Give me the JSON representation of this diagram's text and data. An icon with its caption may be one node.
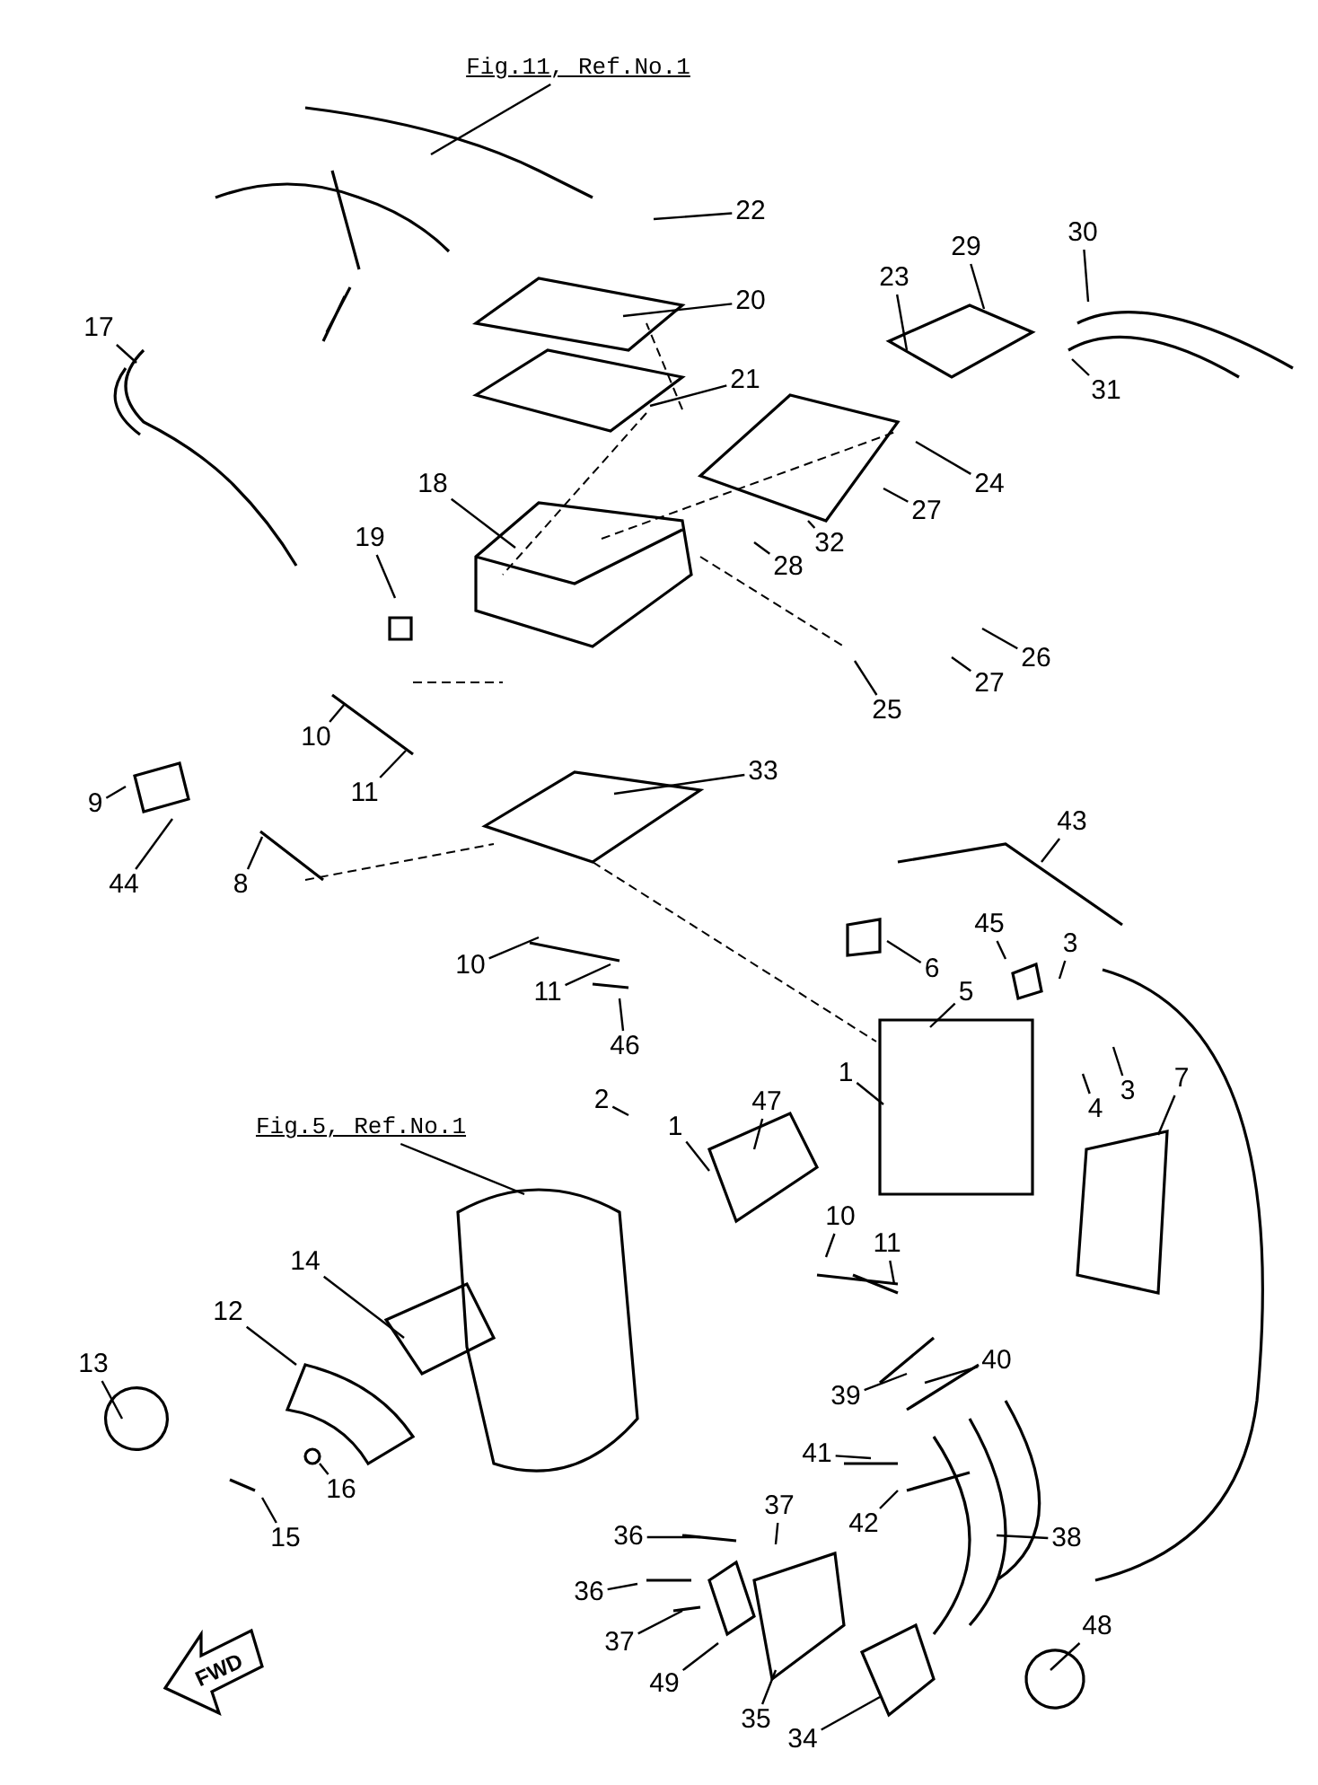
{
  "diagram": {
    "nodes": [
      {
        "text": [
          "Fig.11, Ref.No.1"
        ]
      },
      {
        "text": [
          "22"
        ]
      },
      {
        "text": [
          "20"
        ]
      },
      {
        "text": [
          "29"
        ]
      },
      {
        "text": [
          "30"
        ]
      },
      {
        "text": [
          "23"
        ]
      },
      {
        "text": [
          "21"
        ]
      },
      {
        "text": [
          "31"
        ]
      },
      {
        "text": [
          "17"
        ]
      },
      {
        "text": [
          "24"
        ]
      },
      {
        "text": [
          "18"
        ]
      },
      {
        "text": [
          "27"
        ]
      },
      {
        "text": [
          "32"
        ]
      },
      {
        "text": [
          "28"
        ]
      },
      {
        "text": [
          "19"
        ]
      },
      {
        "text": [
          "26"
        ]
      },
      {
        "text": [
          "27"
        ]
      },
      {
        "text": [
          "25"
        ]
      },
      {
        "text": [
          "10"
        ]
      },
      {
        "text": [
          "33"
        ]
      },
      {
        "text": [
          "11"
        ]
      },
      {
        "text": [
          "9"
        ]
      },
      {
        "text": [
          "44"
        ]
      },
      {
        "text": [
          "8"
        ]
      },
      {
        "text": [
          "43"
        ]
      },
      {
        "text": [
          "45"
        ]
      },
      {
        "text": [
          "3"
        ]
      },
      {
        "text": [
          "6"
        ]
      },
      {
        "text": [
          "5"
        ]
      },
      {
        "text": [
          "10"
        ]
      },
      {
        "text": [
          "11"
        ]
      },
      {
        "text": [
          "46"
        ]
      },
      {
        "text": [
          "4"
        ]
      },
      {
        "text": [
          "3"
        ]
      },
      {
        "text": [
          "7"
        ]
      },
      {
        "text": [
          "2"
        ]
      },
      {
        "text": [
          "Fig.5, Ref.No.1"
        ]
      },
      {
        "text": [
          "47"
        ]
      },
      {
        "text": [
          "1"
        ]
      },
      {
        "text": [
          "1"
        ]
      },
      {
        "text": [
          "14"
        ]
      },
      {
        "text": [
          "12"
        ]
      },
      {
        "text": [
          "10"
        ]
      },
      {
        "text": [
          "11"
        ]
      },
      {
        "text": [
          "13"
        ]
      },
      {
        "text": [
          "40"
        ]
      },
      {
        "text": [
          "39"
        ]
      },
      {
        "text": [
          "41"
        ]
      },
      {
        "text": [
          "42"
        ]
      },
      {
        "text": [
          "16"
        ]
      },
      {
        "text": [
          "15"
        ]
      },
      {
        "text": [
          "37"
        ]
      },
      {
        "text": [
          "36"
        ]
      },
      {
        "text": [
          "38"
        ]
      },
      {
        "text": [
          "36"
        ]
      },
      {
        "text": [
          "37"
        ]
      },
      {
        "text": [
          "49"
        ]
      },
      {
        "text": [
          "48"
        ]
      },
      {
        "text": [
          "35"
        ]
      },
      {
        "text": [
          "34"
        ]
      }
    ],
    "edges": [
      {
        "from": 0,
        "to": null,
        "arrow": "none"
      },
      {
        "from": 1,
        "to": null,
        "arrow": "none"
      },
      {
        "from": 2,
        "to": null,
        "arrow": "none"
      },
      {
        "from": 3,
        "to": null,
        "arrow": "none"
      },
      {
        "from": 4,
        "to": null,
        "arrow": "none"
      },
      {
        "from": 5,
        "to": null,
        "arrow": "none"
      },
      {
        "from": 6,
        "to": null,
        "arrow": "none"
      },
      {
        "from": 7,
        "to": null,
        "arrow": "none"
      },
      {
        "from": 8,
        "to": null,
        "arrow": "none"
      },
      {
        "from": 9,
        "to": null,
        "arrow": "none"
      },
      {
        "from": 10,
        "to": null,
        "arrow": "none"
      },
      {
        "from": 11,
        "to": null,
        "arrow": "none"
      },
      {
        "from": 12,
        "to": null,
        "arrow": "none"
      },
      {
        "from": 13,
        "to": null,
        "arrow": "none"
      },
      {
        "from": 14,
        "to": null,
        "arrow": "none"
      },
      {
        "from": 15,
        "to": null,
        "arrow": "none"
      },
      {
        "from": 16,
        "to": null,
        "arrow": "none"
      },
      {
        "from": 17,
        "to": null,
        "arrow": "none"
      },
      {
        "from": 18,
        "to": null,
        "arrow": "none"
      },
      {
        "from": 19,
        "to": null,
        "arrow": "none"
      },
      {
        "from": 20,
        "to": null,
        "arrow": "none"
      },
      {
        "from": 21,
        "to": null,
        "arrow": "none"
      },
      {
        "from": 22,
        "to": null,
        "arrow": "none"
      },
      {
        "from": 23,
        "to": null,
        "arrow": "none"
      },
      {
        "from": 24,
        "to": null,
        "arrow": "none"
      },
      {
        "from": 25,
        "to": null,
        "arrow": "none"
      },
      {
        "from": 26,
        "to": null,
        "arrow": "none"
      },
      {
        "from": 27,
        "to": null,
        "arrow": "none"
      },
      {
        "from": 28,
        "to": null,
        "arrow": "none"
      },
      {
        "from": 29,
        "to": null,
        "arrow": "none"
      },
      {
        "from": 30,
        "to": null,
        "arrow": "none"
      },
      {
        "from": 31,
        "to": null,
        "arrow": "none"
      },
      {
        "from": 32,
        "to": null,
        "arrow": "none"
      },
      {
        "from": 33,
        "to": null,
        "arrow": "none"
      },
      {
        "from": 34,
        "to": null,
        "arrow": "none"
      },
      {
        "from": 35,
        "to": null,
        "arrow": "none"
      },
      {
        "from": 36,
        "to": null,
        "arrow": "none"
      },
      {
        "from": 37,
        "to": null,
        "arrow": "none"
      },
      {
        "from": 38,
        "to": null,
        "arrow": "none"
      },
      {
        "from": 39,
        "to": null,
        "arrow": "none"
      },
      {
        "from": 40,
        "to": null,
        "arrow": "none"
      },
      {
        "from": 41,
        "to": null,
        "arrow": "none"
      },
      {
        "from": 42,
        "to": null,
        "arrow": "none"
      },
      {
        "from": 43,
        "to": null,
        "arrow": "none"
      },
      {
        "from": 44,
        "to": null,
        "arrow": "none"
      },
      {
        "from": 45,
        "to": null,
        "arrow": "none"
      },
      {
        "from": 46,
        "to": null,
        "arrow": "none"
      },
      {
        "from": 47,
        "to": null,
        "arrow": "none"
      },
      {
        "from": 48,
        "to": null,
        "arrow": "none"
      },
      {
        "from": 49,
        "to": null,
        "arrow": "none"
      },
      {
        "from": 50,
        "to": null,
        "arrow": "none"
      },
      {
        "from": 51,
        "to": null,
        "arrow": "none"
      },
      {
        "from": 52,
        "to": null,
        "arrow": "none"
      },
      {
        "from": 53,
        "to": null,
        "arrow": "none"
      },
      {
        "from": 54,
        "to": null,
        "arrow": "none"
      },
      {
        "from": 55,
        "to": null,
        "arrow": "none"
      },
      {
        "from": 56,
        "to": null,
        "arrow": "none"
      },
      {
        "from": 57,
        "to": null,
        "arrow": "none"
      },
      {
        "from": 58,
        "to": null,
        "arrow": "none"
      },
      {
        "from": 59,
        "to": null,
        "arrow": "none"
      }
    ],
    "labels": [
      "FWD"
    ]
  }
}
